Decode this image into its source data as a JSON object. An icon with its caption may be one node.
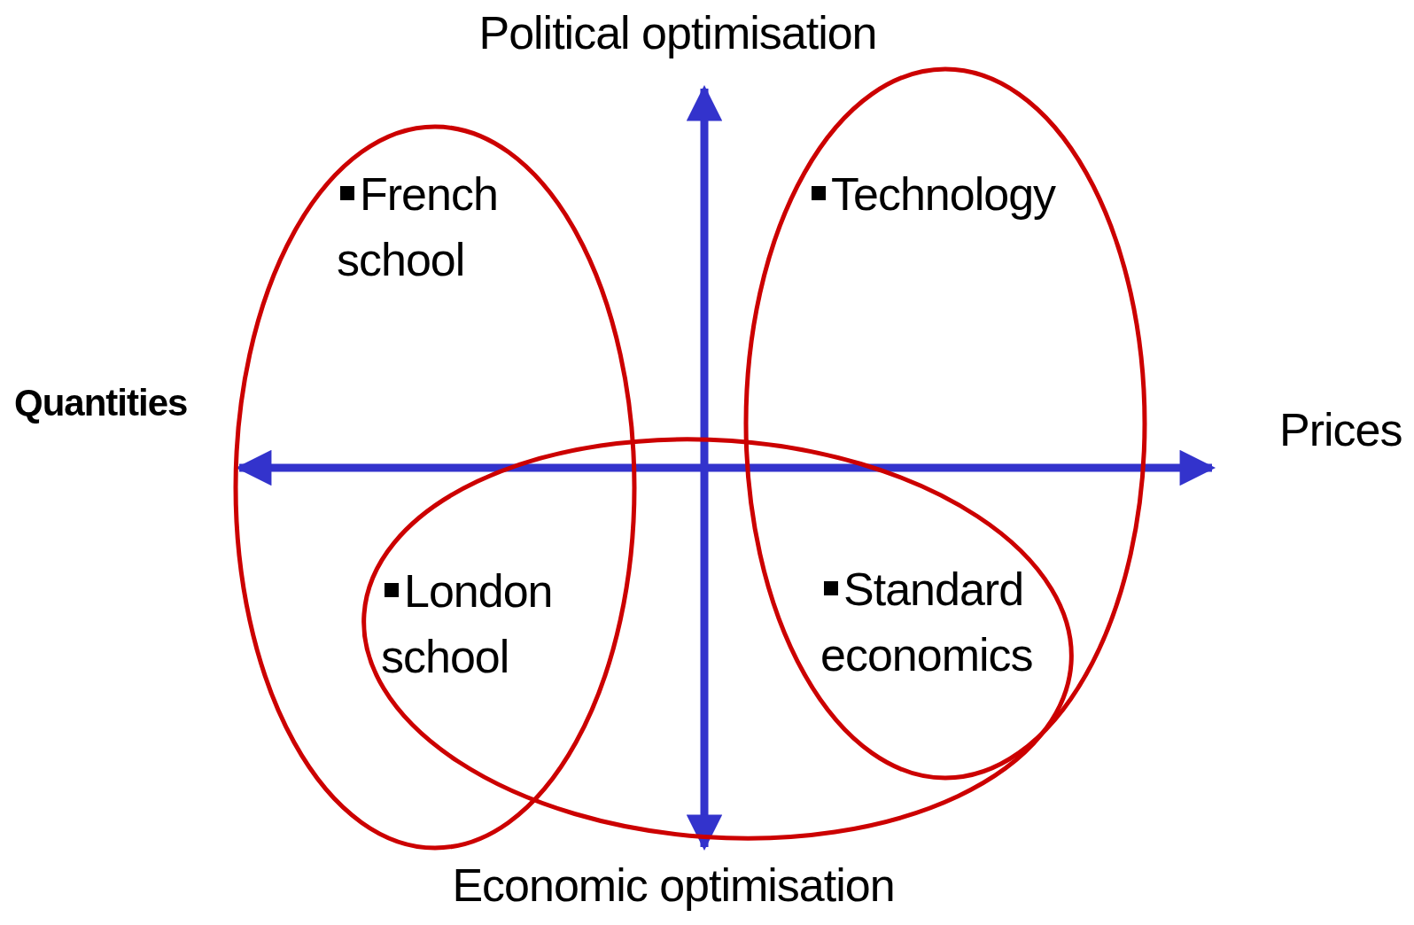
{
  "diagram": {
    "labels": [
      "Political optimisation",
      "French school",
      "Technology",
      "Quantities",
      "Prices",
      "London school",
      "Standard economics",
      "Economic optimisation"
    ]
  }
}
